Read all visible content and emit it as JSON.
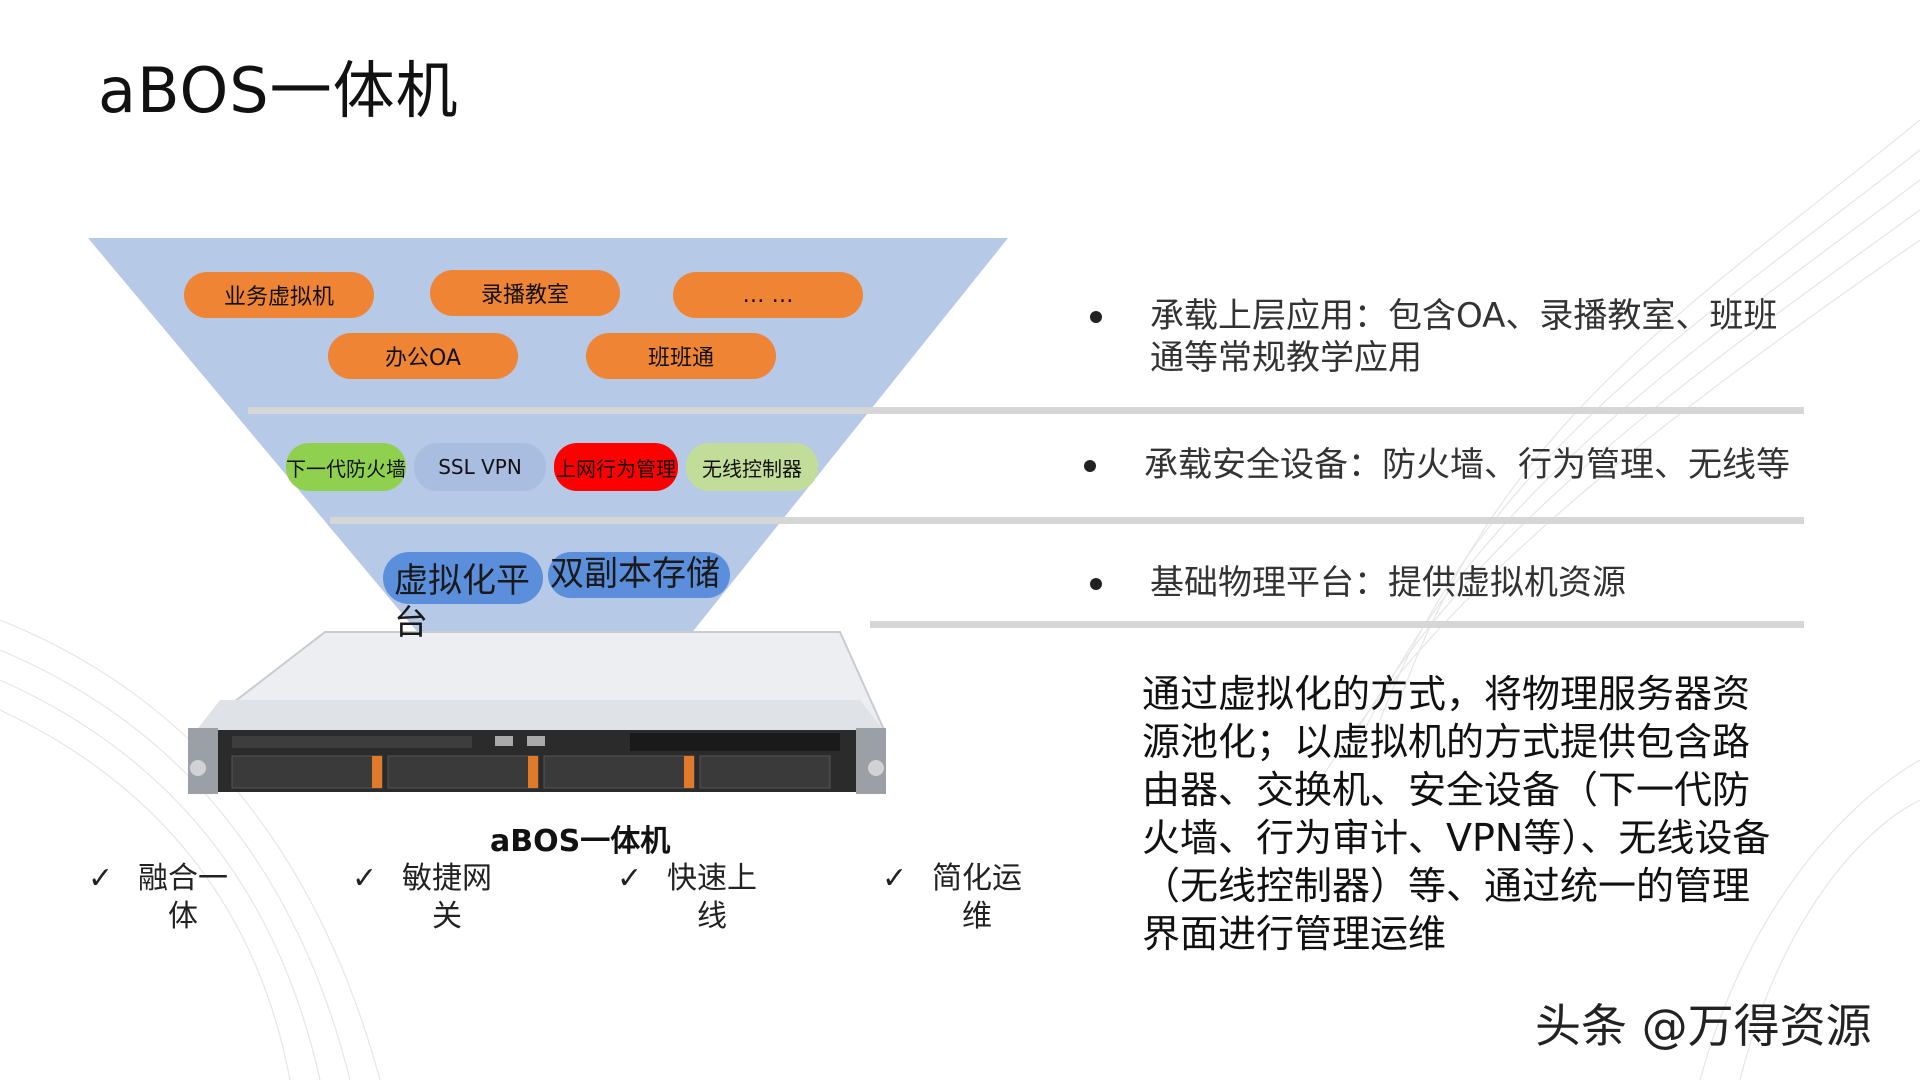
{
  "title": "aBOS一体机",
  "colors": {
    "funnel": "#b6c9e6",
    "orange": "#ee8434",
    "green": "#8fd14f",
    "blue_gray": "#a8bde0",
    "red": "#ff0000",
    "light_green": "#c2dd99",
    "platform_blue": "#5b8fdc"
  },
  "app_layer": [
    "业务虚拟机",
    "录播教室",
    "… …",
    "办公OA",
    "班班通"
  ],
  "security_layer": [
    "下一代防火墙",
    "SSL VPN",
    "上网行为管理",
    "无线控制器"
  ],
  "platform_layer": [
    "虚拟化平台",
    "双副本存储"
  ],
  "device_label": "aBOS一体机",
  "features": [
    "融合一体",
    "敏捷网关",
    "快速上线",
    "简化运维"
  ],
  "bullets": [
    "承载上层应用：包含OA、录播教室、班班通等常规教学应用",
    "承载安全设备：防火墙、行为管理、无线等",
    "基础物理平台：提供虚拟机资源"
  ],
  "description": "通过虚拟化的方式，将物理服务器资源池化；以虚拟机的方式提供包含路由器、交换机、安全设备（下一代防火墙、行为审计、VPN等）、无线设备（无线控制器）等、通过统一的管理界面进行管理运维",
  "check_mark": "✓",
  "watermark": "头条 @万得资源"
}
